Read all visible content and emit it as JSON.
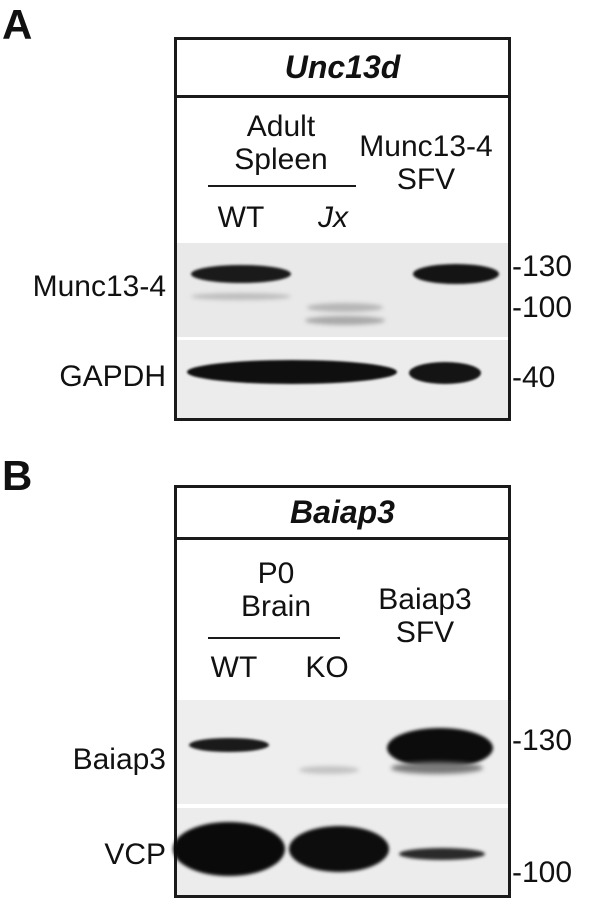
{
  "panels": [
    {
      "letter": "A",
      "title": "Unc13d",
      "sample_group": [
        "Adult",
        "Spleen"
      ],
      "lanes": [
        "WT",
        "Jx"
      ],
      "control_sample": [
        "Munc13-4",
        "SFV"
      ],
      "blot_rows": [
        "Munc13-4",
        "GAPDH"
      ],
      "mw_markers": [
        "-130",
        "-100",
        "-40"
      ]
    },
    {
      "letter": "B",
      "title": "Baiap3",
      "sample_group": [
        "P0",
        "Brain"
      ],
      "lanes": [
        "WT",
        "KO"
      ],
      "control_sample": [
        "Baiap3",
        "SFV"
      ],
      "blot_rows": [
        "Baiap3",
        "VCP"
      ],
      "mw_markers": [
        "-130",
        "-100"
      ]
    }
  ]
}
